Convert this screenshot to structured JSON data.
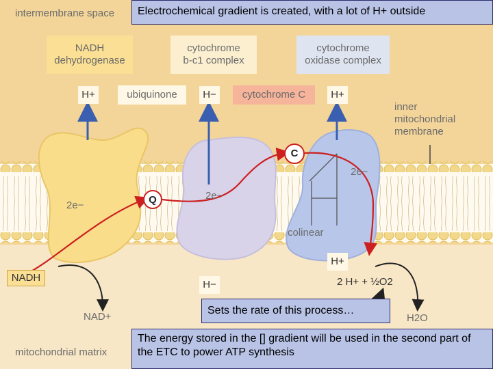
{
  "regions": {
    "intermembrane": "intermembrane space",
    "matrix": "mitochondrial matrix",
    "inner_membrane": "inner\nmitochondrial\nmembrane"
  },
  "complexes": {
    "nadh_dehydrogenase": "NADH\ndehydrogenase",
    "cytochrome_bc1": "cytochrome\nb-c1 complex",
    "cytochrome_oxidase": "cytochrome\noxidase complex"
  },
  "carriers": {
    "ubiquinone": "ubiquinone",
    "cytochrome_c": "cytochrome C",
    "q_circle": "Q",
    "c_circle": "C"
  },
  "ions": {
    "h_plus": "H+",
    "h_minus": "H−",
    "electrons": "2e−",
    "nadh": "NADH",
    "nad_plus": "NAD+",
    "reaction_left": "2 H+ + ½O2",
    "water": "H2O",
    "colinear": "colinear"
  },
  "callouts": {
    "top": "Electrochemical gradient is created, with a lot of H+ outside",
    "middle": "Sets the rate of this process…",
    "bottom": "The energy stored in the [] gradient will be used in the second part of the ETC to power ATP synthesis"
  },
  "colors": {
    "intermembrane": "#f3d59a",
    "matrix": "#f8e7c6",
    "membrane_band": "#e9c87a",
    "lipid_head": "#f1d88a",
    "complex1": "#f9dd8a",
    "complex3": "#d9d3ea",
    "complex4": "#b8c6ea",
    "arrow_blue": "#3a5fb0",
    "electron_path": "#cc1f1f",
    "callout_bg": "#b8c3e6"
  }
}
